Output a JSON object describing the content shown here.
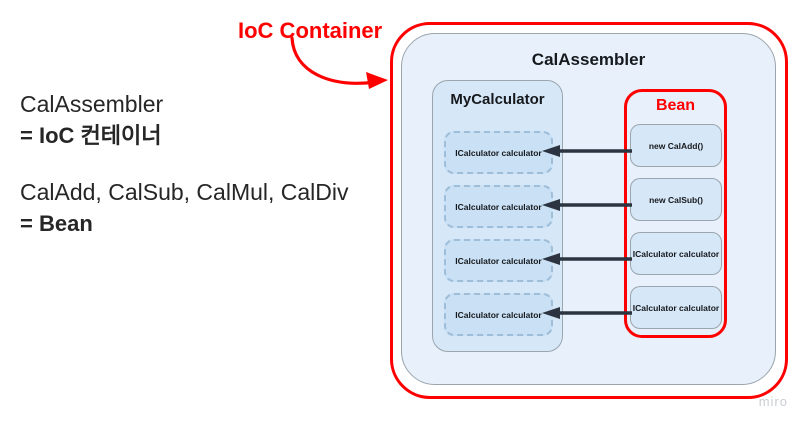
{
  "legend": {
    "lines": [
      {
        "text": "CalAssembler",
        "bold": false
      },
      {
        "text": "= IoC 컨테이너",
        "bold": true
      },
      {
        "text": "CalAdd, CalSub, CalMul, CalDiv",
        "bold": false
      },
      {
        "text": "=  Bean",
        "bold": true
      }
    ]
  },
  "annotation": {
    "ioc_container_label": "IoC Container",
    "arrow_icon": "curved-arrow-icon"
  },
  "diagram": {
    "assembler": {
      "title": "CalAssembler"
    },
    "my_calculator": {
      "title": "MyCalculator",
      "slots": [
        {
          "label": "ICalculator calculator"
        },
        {
          "label": "ICalculator calculator"
        },
        {
          "label": "ICalculator calculator"
        },
        {
          "label": "ICalculator calculator"
        }
      ]
    },
    "bean": {
      "title": "Bean",
      "items": [
        {
          "label": "new CalAdd()"
        },
        {
          "label": "new CalSub()"
        },
        {
          "label": "ICalculator calculator"
        },
        {
          "label": "ICalculator calculator"
        }
      ]
    },
    "injection_arrows": [
      {
        "name": "inject-arrow-0"
      },
      {
        "name": "inject-arrow-1"
      },
      {
        "name": "inject-arrow-2"
      },
      {
        "name": "inject-arrow-3"
      }
    ]
  },
  "watermark": {
    "text": "miro"
  },
  "colors": {
    "accent_red": "#ff0000",
    "panel_outer_blue": "#e8f1fb",
    "panel_inner_blue": "#d6e7f7",
    "slot_blue": "#c9e0f5",
    "arrow_dark": "#2b3440",
    "border_gray": "#9aa5ad"
  }
}
